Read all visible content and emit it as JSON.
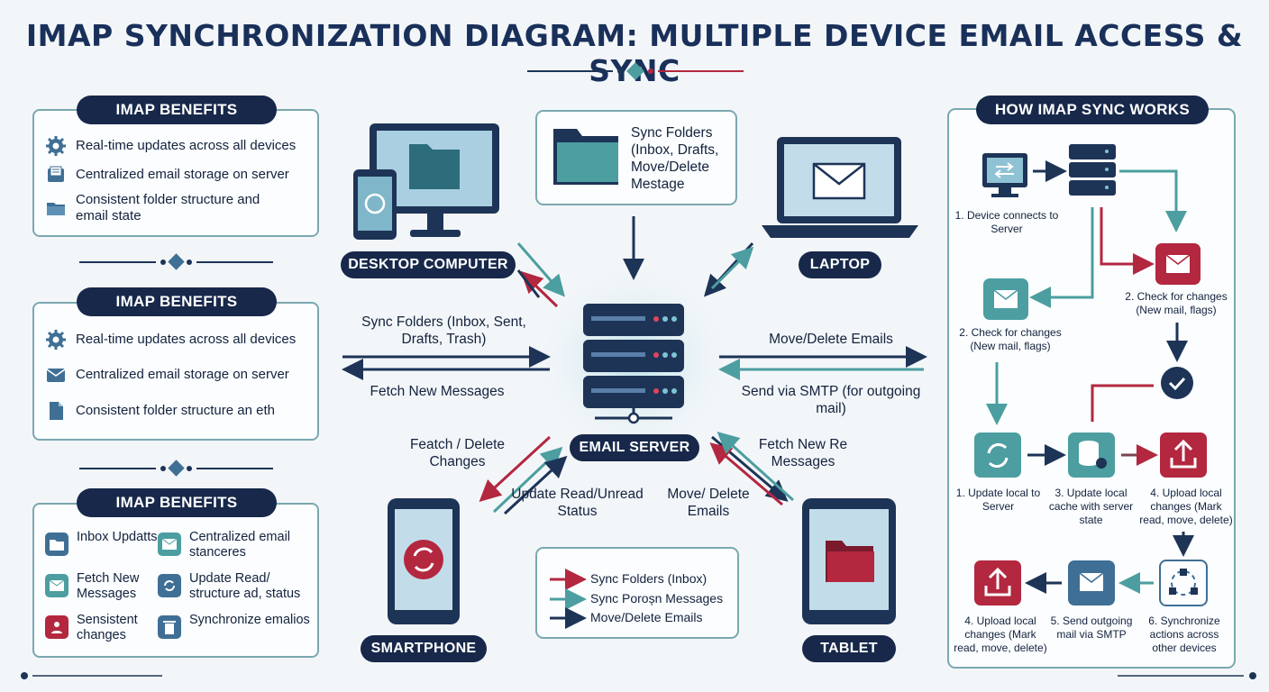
{
  "title": "IMAP SYNCHRONIZATION DIAGRAM: MULTIPLE DEVICE EMAIL ACCESS & SYNC",
  "benefits_panels": [
    {
      "heading": "IMAP BENEFITS",
      "items": [
        {
          "icon": "gear-icon",
          "text": "Real-time updates across all devices"
        },
        {
          "icon": "email-storage-icon",
          "text": "Centralized email storage on server"
        },
        {
          "icon": "folder-icon",
          "text": "Consistent folder structure and email state"
        }
      ]
    },
    {
      "heading": "IMAP BENEFITS",
      "items": [
        {
          "icon": "gear-icon",
          "text": "Real-time updates across all devices"
        },
        {
          "icon": "envelope-icon",
          "text": "Centralized email storage on server"
        },
        {
          "icon": "document-icon",
          "text": "Consistent folder structure an eth"
        }
      ]
    },
    {
      "heading": "IMAP BENEFITS",
      "items": [
        {
          "icon": "folder-icon",
          "text": "Inbox Updatts"
        },
        {
          "icon": "envelope-icon",
          "text": "Centralized email stanceres"
        },
        {
          "icon": "envelope-icon",
          "text": "Fetch New Messages"
        },
        {
          "icon": "sync-icon",
          "text": "Update Read/ structure ad, status"
        },
        {
          "icon": "user-icon",
          "text": "Sensistent changes"
        },
        {
          "icon": "trash-icon",
          "text": "Synchronize emalios"
        }
      ]
    }
  ],
  "devices": {
    "desktop": "DESKTOP COMPUTER",
    "laptop": "LAPTOP",
    "server": "EMAIL SERVER",
    "smartphone": "SMARTPHONE",
    "tablet": "TABLET"
  },
  "sync_box": "Sync Folders (Inbox, Drafts, Move/Delete Mestage",
  "flow_labels": {
    "left_top": "Sync Folders (Inbox, Sent, Drafts, Trash)",
    "left_bottom": "Fetch New Messages",
    "right_top": "Move/Delete Emails",
    "right_bottom": "Send via SMTP (for outgoing mail)",
    "phone_a": "Featch / Delete Changes",
    "phone_b": "Update Read/Unread Status",
    "tablet_a": "Move/ Delete Emails",
    "tablet_b": "Fetch New Re Messages"
  },
  "legend": [
    {
      "color": "#b3273f",
      "text": "Sync Folders (Inbox)"
    },
    {
      "color": "#4c9ea0",
      "text": "Sync Poroșn Messages"
    },
    {
      "color": "#1d3457",
      "text": "Move/Delete Emails"
    }
  ],
  "how_it_works": {
    "heading": "HOW IMAP SYNC WORKS",
    "steps": [
      "1. Device connects to Server",
      "2. Check for changes (New mail, flags)",
      "2. Check for changes (New mail, flags)",
      "1. Update local to Server",
      "3. Update local cache with server state",
      "4. Upload local changes (Mark read, move, delete)",
      "4. Upload local changes (Mark read, move, delete)",
      "5. Send outgoing mail via SMTP",
      "6. Synchronize actions across other devices"
    ]
  },
  "colors": {
    "navy": "#17284a",
    "teal": "#4c9ea0",
    "crimson": "#b3273f",
    "panel_border": "#7aa8b0"
  }
}
